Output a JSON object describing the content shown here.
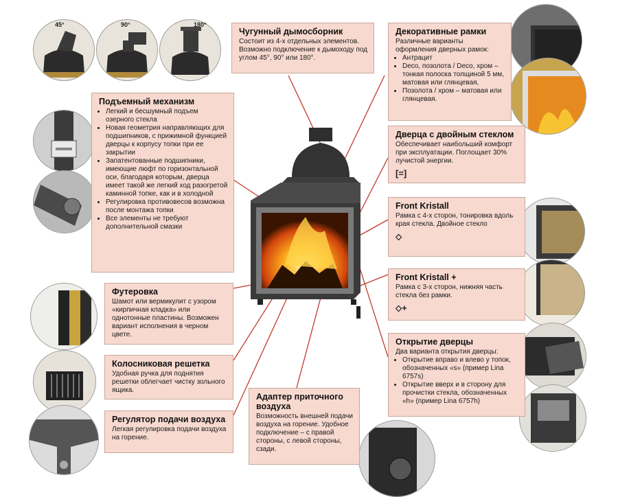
{
  "chimney": {
    "title": "Чугунный дымосборник",
    "text": "Состоит из 4-х отдельных элементов. Возможно подключение к дымоходу под углом 45°, 90° или 180°.",
    "angles": [
      "45°",
      "90°",
      "180°"
    ]
  },
  "frames": {
    "title": "Декоративные рамки",
    "intro": "Различные варианты оформления дверных рамок:",
    "items": [
      "Антрацит",
      "Deco, позолота / Deco, хром – тонкая полоска толщиной 5 мм, матовая или глянцевая,",
      "Позолота / хром – матовая или глянцевая."
    ]
  },
  "lift": {
    "title": "Подъемный механизм",
    "items": [
      "Легкий и бесшумный подъем озерного стекла",
      "Новая геометрия направляющих для подшипников, с прижимной функцией дверцы к корпусу топки при ее закрытии",
      "Запатентованные подшипники, имеющие люфт по горизонтальной оси, благодаря которым, дверца имеет такой же легкий ход разогретой каминной топке, как и в холодной",
      "Регулировка противовесов возможна после монтажа топки",
      "Все элементы не требуют дополнительной смазки"
    ]
  },
  "double_glass": {
    "title": "Дверца с двойным стеклом",
    "text": "Обеспечивает наибольший комфорт при эксплуатации. Поглощает 30% лучистой энергии.",
    "symbol": "[=]"
  },
  "front_kristall": {
    "title": "Front Kristall",
    "text": "Рамка с 4-х сторон, тонировка вдоль края стекла. Двойное стекло",
    "symbol": "⬦"
  },
  "front_kristall_plus": {
    "title": "Front Kristall +",
    "text": "Рамка с 3-х сторон, нижняя часть стекла без рамки.",
    "symbol": "⬦+"
  },
  "lining": {
    "title": "Футеровка",
    "text": "Шамот или вермикулит с узором «кирпичная кладка» или однотонные пластины. Возможен вариант исполнения в черном цвете."
  },
  "grate": {
    "title": "Колосниковая решетка",
    "text": "Удобная ручка для поднятия решетки облегчает чистку зольного ящика."
  },
  "air_regulator": {
    "title": "Регулятор подачи воздуха",
    "text": "Легкая регулировка подачи воздуха на горение."
  },
  "air_adapter": {
    "title": "Адаптер приточного воздуха",
    "text": "Возможность внешней подачи воздуха на горение. Удобное подключение – с правой стороны, с левой стороны, сзади."
  },
  "door_opening": {
    "title": "Открытие дверцы",
    "intro": "Два варианта открытия дверцы:",
    "items": [
      "Открытие вправо и влево у топок, обозначенных «s» (пример Lina 6757s)",
      "Открытие вверх и в сторону для прочистки стекла, обозначенных «h» (пример Lina 6757h)"
    ]
  }
}
